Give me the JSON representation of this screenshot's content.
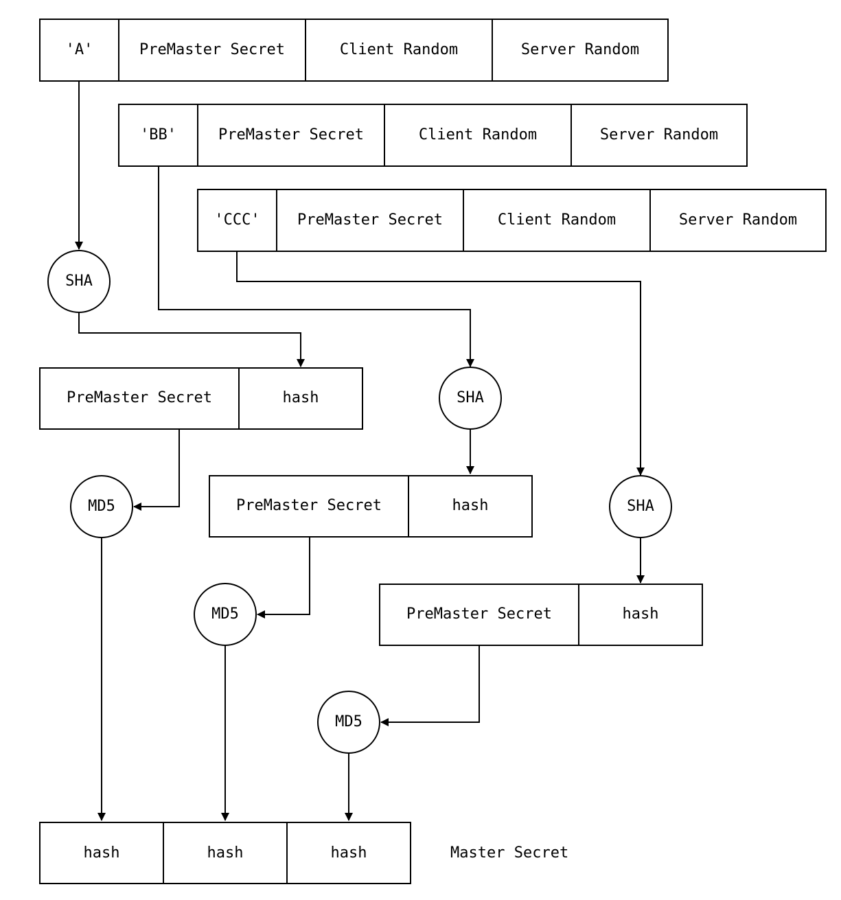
{
  "inputs": [
    {
      "prefix": "'A'",
      "fields": [
        "PreMaster Secret",
        "Client Random",
        "Server Random"
      ]
    },
    {
      "prefix": "'BB'",
      "fields": [
        "PreMaster Secret",
        "Client Random",
        "Server Random"
      ]
    },
    {
      "prefix": "'CCC'",
      "fields": [
        "PreMaster Secret",
        "Client Random",
        "Server Random"
      ]
    }
  ],
  "sha_label": "SHA",
  "md5_label": "MD5",
  "intermediates": [
    {
      "left": "PreMaster Secret",
      "right": "hash"
    },
    {
      "left": "PreMaster Secret",
      "right": "hash"
    },
    {
      "left": "PreMaster Secret",
      "right": "hash"
    }
  ],
  "output": {
    "cells": [
      "hash",
      "hash",
      "hash"
    ],
    "label": "Master Secret"
  }
}
